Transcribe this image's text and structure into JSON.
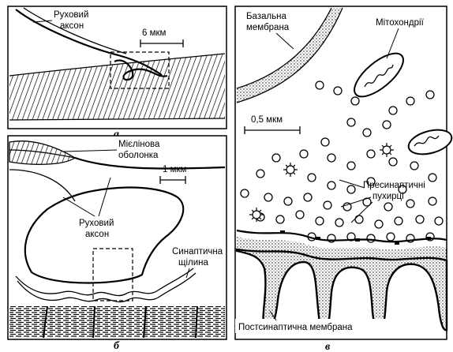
{
  "panel_a": {
    "label": "а",
    "motor_axon": [
      "Руховий",
      "аксон"
    ],
    "scale": "6 мкм"
  },
  "panel_b": {
    "label": "б",
    "myelin": [
      "Мієлінова",
      "оболонка"
    ],
    "scale": "1 мкм",
    "motor_axon": [
      "Руховий",
      "аксон"
    ],
    "cleft": [
      "Синаптична",
      "щілина"
    ]
  },
  "panel_v": {
    "label": "в",
    "basal": [
      "Базальна",
      "мембрана"
    ],
    "mito": "Мітохондрії",
    "scale": "0,5 мкм",
    "vesicles": [
      "Пресинаптичні",
      "пухирці"
    ],
    "postsyn": "Постсинаптична мембрана"
  }
}
